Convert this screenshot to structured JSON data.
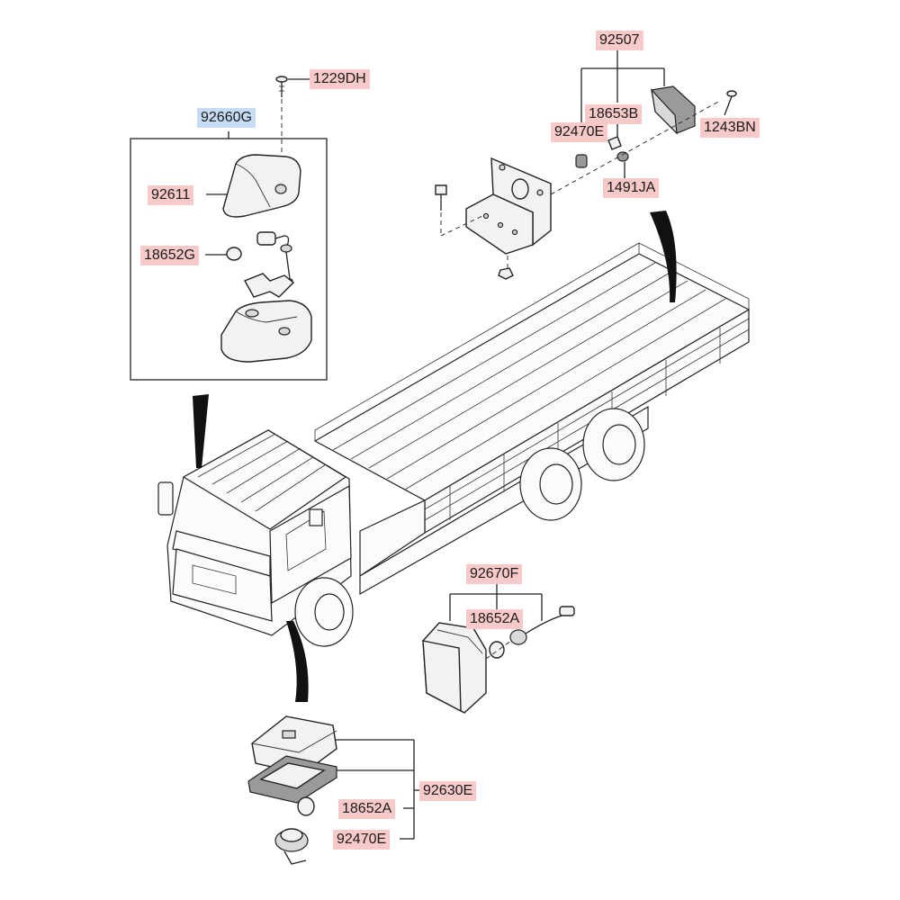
{
  "labels": {
    "p1229DH": "1229DH",
    "p92660G": "92660G",
    "p92611": "92611",
    "p18652G": "18652G",
    "p92507": "92507",
    "p18653B": "18653B",
    "p92470E_top": "92470E",
    "p1243BN": "1243BN",
    "p1491JA": "1491JA",
    "p92670F": "92670F",
    "p18652A_side": "18652A",
    "p92630E": "92630E",
    "p18652A_bottom": "18652A",
    "p92470E_bottom": "92470E"
  },
  "colors": {
    "part_label_bg": "#f8c9c9",
    "assembly_label_bg": "#c6dcf5",
    "line": "#222222"
  }
}
